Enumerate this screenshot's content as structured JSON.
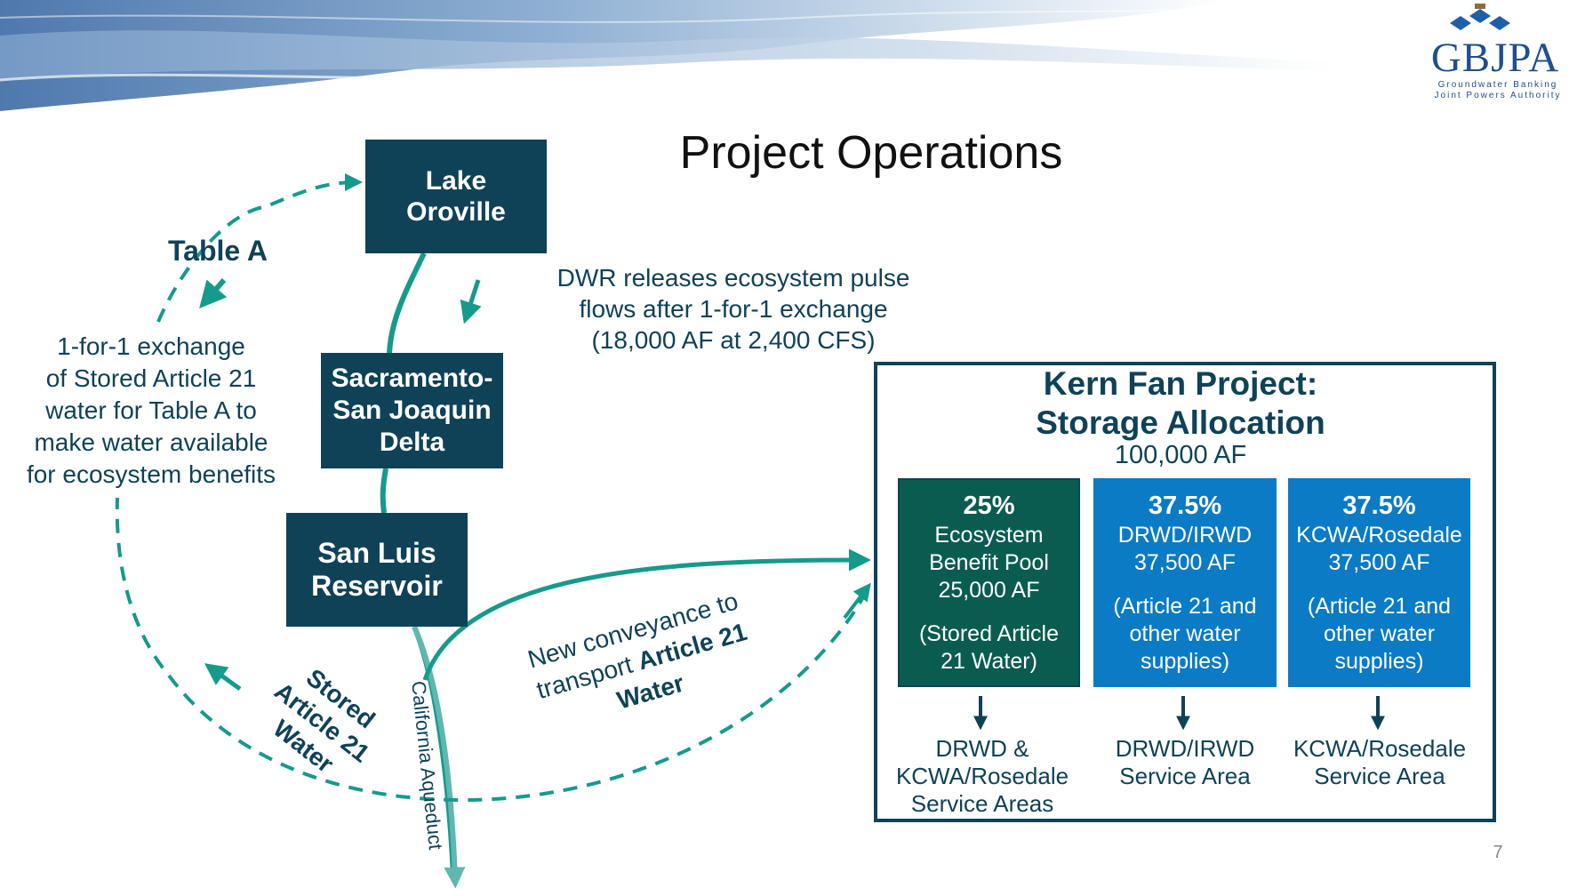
{
  "title": "Project Operations",
  "logo": {
    "name": "GBJPA",
    "subtitle_lines": [
      "Groundwater Banking",
      "Joint Powers Authority"
    ]
  },
  "nodes": {
    "lake_oroville": [
      "Lake",
      "Oroville"
    ],
    "delta": [
      "Sacramento-",
      "San Joaquin",
      "Delta"
    ],
    "san_luis": [
      "San Luis",
      "Reservoir"
    ]
  },
  "labels": {
    "table_a": "Table A",
    "exchange_lines": [
      "1-for-1 exchange",
      "of Stored Article 21",
      "water for Table A to",
      "make water available",
      "for ecosystem benefits"
    ],
    "dwr_lines": [
      "DWR releases ecosystem pulse",
      "flows after 1-for-1 exchange",
      "(18,000 AF at 2,400 CFS)"
    ],
    "stored_lines": [
      "Stored",
      "Article 21",
      "Water"
    ],
    "california_aqueduct": "California Aqueduct",
    "conveyance_line1": "New conveyance to",
    "conveyance_line2_prefix": "transport ",
    "conveyance_line2_bold": "Article 21",
    "conveyance_line3_bold": "Water"
  },
  "kern": {
    "title_lines": [
      "Kern Fan Project:",
      "Storage Allocation"
    ],
    "total": "100,000 AF",
    "allocations": [
      {
        "pct": "25%",
        "lines": [
          "Ecosystem",
          "Benefit Pool",
          "25,000 AF"
        ],
        "note_lines": [
          "(Stored Article",
          "21 Water)"
        ],
        "color": "#0a5c50",
        "destination_lines": [
          "DRWD &",
          "KCWA/Rosedale",
          "Service Areas"
        ]
      },
      {
        "pct": "37.5%",
        "lines": [
          "DRWD/IRWD",
          "37,500 AF"
        ],
        "note_lines": [
          "(Article 21 and",
          "other water",
          "supplies)"
        ],
        "color": "#0a7bc4",
        "destination_lines": [
          "DRWD/IRWD",
          "Service Area"
        ]
      },
      {
        "pct": "37.5%",
        "lines": [
          "KCWA/Rosedale",
          "37,500 AF"
        ],
        "note_lines": [
          "(Article 21 and",
          "other water",
          "supplies)"
        ],
        "color": "#0a7bc4",
        "destination_lines": [
          "KCWA/Rosedale",
          "Service Area"
        ]
      }
    ]
  },
  "page_number": "7",
  "colors": {
    "navy": "#0f4257",
    "teal": "#159a8c",
    "green_box": "#0a5c50",
    "blue_box": "#0a7bc4",
    "logo_blue": "#1f4f8c"
  }
}
